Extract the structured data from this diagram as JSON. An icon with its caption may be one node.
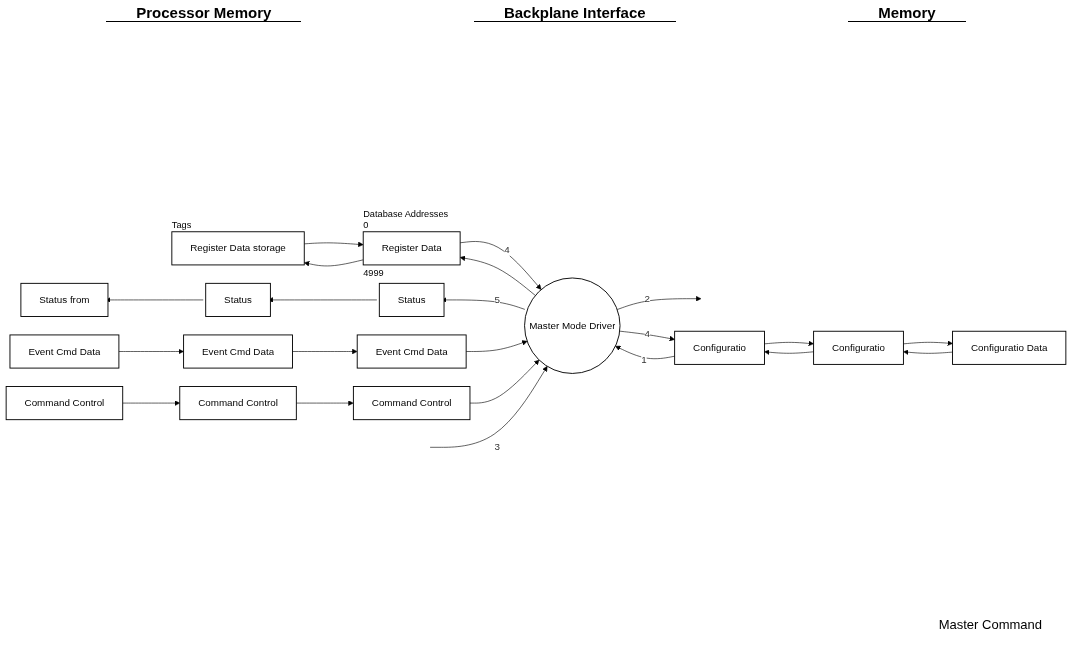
{
  "diagram": {
    "nodes": [
      {
        "text": [
          "Register Data storage"
        ],
        "beside": [
          "Tags"
        ]
      },
      {
        "text": [
          "Register Data"
        ],
        "beside": [
          "Database Addresses",
          "0",
          "4999"
        ]
      },
      {
        "text": [
          "Master Mode Driver"
        ]
      },
      {
        "text": [
          "Status from"
        ]
      },
      {
        "text": [
          "Status"
        ]
      },
      {
        "text": [
          "Status"
        ]
      },
      {
        "text": [
          "Configuratio Data"
        ]
      },
      {
        "text": [
          "Configuratio"
        ]
      },
      {
        "text": [
          "Configuratio"
        ]
      },
      {
        "text": [
          "Event Cmd Data"
        ]
      },
      {
        "text": [
          "Event Cmd Data"
        ]
      },
      {
        "text": [
          "Event Cmd Data"
        ]
      },
      {
        "text": [
          "Command Control"
        ]
      },
      {
        "text": [
          "Command Control"
        ]
      },
      {
        "text": [
          "Command Control"
        ]
      }
    ],
    "edges": [
      {
        "from": 1,
        "to": 0,
        "arrow": "to"
      },
      {
        "from": 0,
        "to": 1,
        "arrow": "to"
      },
      {
        "from": 2,
        "to": 1,
        "arrow": "to"
      },
      {
        "from": 1,
        "to": 2,
        "arrow": "to",
        "label": "4"
      },
      {
        "from": null,
        "to": 2,
        "arrow": "to",
        "label": "3"
      },
      {
        "from": 2,
        "to": null,
        "arrow": "to",
        "label": "2"
      },
      {
        "from": 5,
        "to": 4,
        "arrow": "to"
      },
      {
        "from": 4,
        "to": 3,
        "arrow": "to"
      },
      {
        "from": 7,
        "to": 6,
        "arrow": "to"
      },
      {
        "from": 6,
        "to": 7,
        "arrow": "to"
      },
      {
        "from": 8,
        "to": 7,
        "arrow": "to"
      },
      {
        "from": 7,
        "to": 8,
        "arrow": "to"
      },
      {
        "from": 9,
        "to": 10,
        "arrow": "to"
      },
      {
        "from": 10,
        "to": 11,
        "arrow": "to"
      },
      {
        "from": 12,
        "to": 13,
        "arrow": "to"
      },
      {
        "from": 13,
        "to": 14,
        "arrow": "to"
      },
      {
        "from": 2,
        "to": 5,
        "arrow": "to",
        "label": "5"
      },
      {
        "from": 2,
        "to": 8,
        "arrow": "to",
        "label": "4"
      },
      {
        "from": 8,
        "to": 2,
        "arrow": "to",
        "label": "1"
      },
      {
        "from": 11,
        "to": 2,
        "arrow": "to"
      },
      {
        "from": 14,
        "to": 2,
        "arrow": "to"
      }
    ],
    "labels": [
      "Processor Memory",
      "Backplane Interface",
      "Memory",
      "Master Command"
    ]
  }
}
